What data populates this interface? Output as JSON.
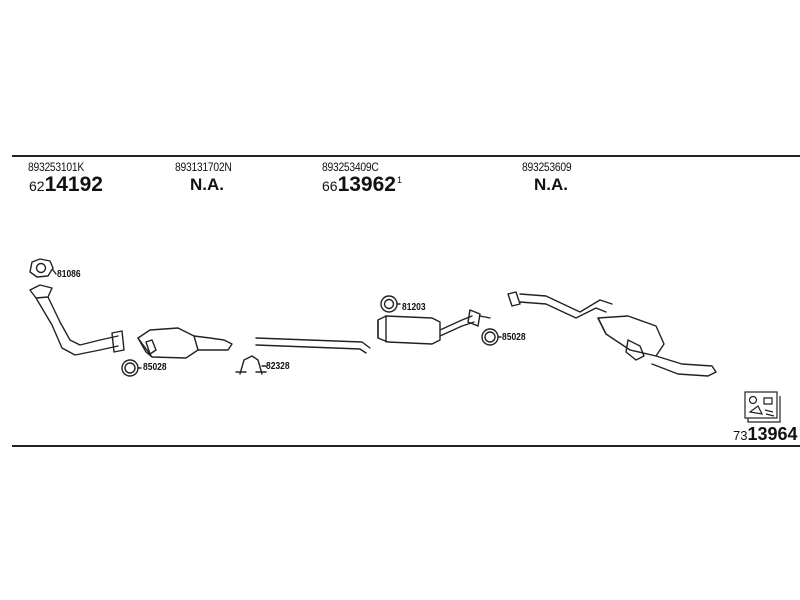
{
  "columns": [
    {
      "oe_number": "893253101K",
      "part_prefix": "62",
      "part_number": "14192",
      "part_suffix": ""
    },
    {
      "oe_number": "893131702N",
      "status": "N.A."
    },
    {
      "oe_number": "893253409C",
      "part_prefix": "66",
      "part_number": "13962",
      "part_suffix": "1"
    },
    {
      "oe_number": "893253609",
      "status": "N.A."
    }
  ],
  "callouts": {
    "gasket_top": "81086",
    "ring_left": "85028",
    "clamp_mid": "82328",
    "ring_mid": "81203",
    "ring_right": "85028"
  },
  "footer": {
    "part_prefix": "73",
    "part_number": "13964",
    "icon": "parts-kit-icon"
  },
  "colors": {
    "line": "#222222",
    "background": "#ffffff"
  }
}
